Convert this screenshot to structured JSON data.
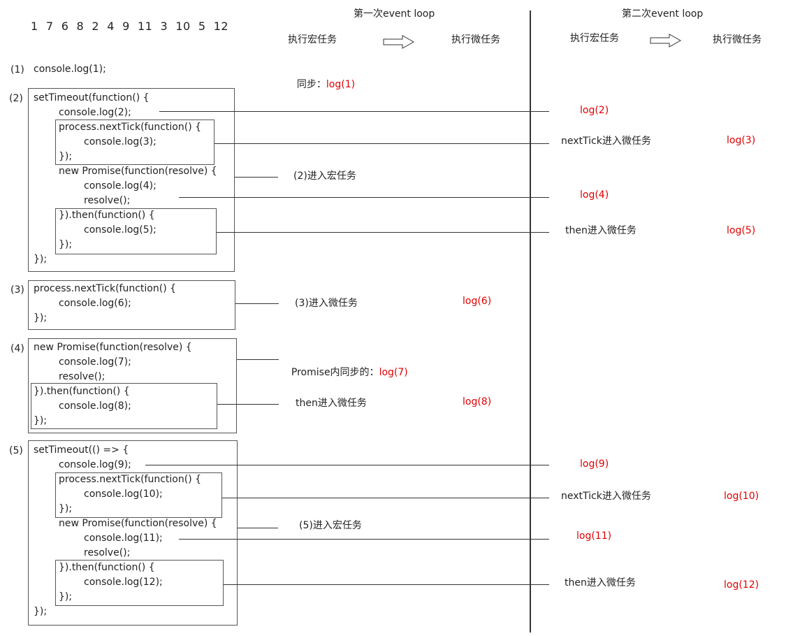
{
  "sequence": "1  7  6  8  2  4  9  11  3  10  5  12",
  "headers": {
    "loop1": "第一次event loop",
    "loop2": "第二次event loop",
    "macro1": "执行宏任务",
    "micro1": "执行微任务",
    "macro2": "执行宏任务",
    "micro2": "执行微任务"
  },
  "blocks": {
    "b1": {
      "index": "(1)",
      "lines": [
        "console.log(1);"
      ]
    },
    "b2": {
      "index": "(2)",
      "lines": [
        "setTimeout(function() {",
        "console.log(2);",
        "process.nextTick(function() {",
        "console.log(3);",
        "});",
        "new Promise(function(resolve) {",
        "console.log(4);",
        "resolve();",
        "}).then(function() {",
        "console.log(5);",
        "});",
        "});"
      ]
    },
    "b3": {
      "index": "(3)",
      "lines": [
        "process.nextTick(function() {",
        "console.log(6);",
        "});"
      ]
    },
    "b4": {
      "index": "(4)",
      "lines": [
        "new Promise(function(resolve) {",
        "console.log(7);",
        "resolve();",
        "}).then(function() {",
        "console.log(8);",
        "});"
      ]
    },
    "b5": {
      "index": "(5)",
      "lines": [
        "setTimeout(() => {",
        "console.log(9);",
        "process.nextTick(function() {",
        "console.log(10);",
        "});",
        "new Promise(function(resolve) {",
        "console.log(11);",
        "resolve();",
        "}).then(function() {",
        "console.log(12);",
        "});",
        "});"
      ]
    }
  },
  "annotations": {
    "sync_label": "同步：",
    "sync_log": "log(1)",
    "b2_macro": "(2)进入宏任务",
    "b3_micro": "(3)进入微任务",
    "b4_sync_label": "Promise内同步的：",
    "b4_sync_log": "log(7)",
    "b4_then": "then进入微任务",
    "b5_macro": "(5)进入宏任务",
    "nt1": "nextTick进入微任务",
    "then1": "then进入微任务",
    "nt2": "nextTick进入微任务",
    "then2": "then进入微任务"
  },
  "logs": {
    "l2": "log(2)",
    "l3": "log(3)",
    "l4": "log(4)",
    "l5": "log(5)",
    "l6": "log(6)",
    "l8": "log(8)",
    "l9": "log(9)",
    "l10": "log(10)",
    "l11": "log(11)",
    "l12": "log(12)"
  },
  "colors": {
    "highlight": "#e00000",
    "text": "#222222",
    "line": "#333333"
  }
}
